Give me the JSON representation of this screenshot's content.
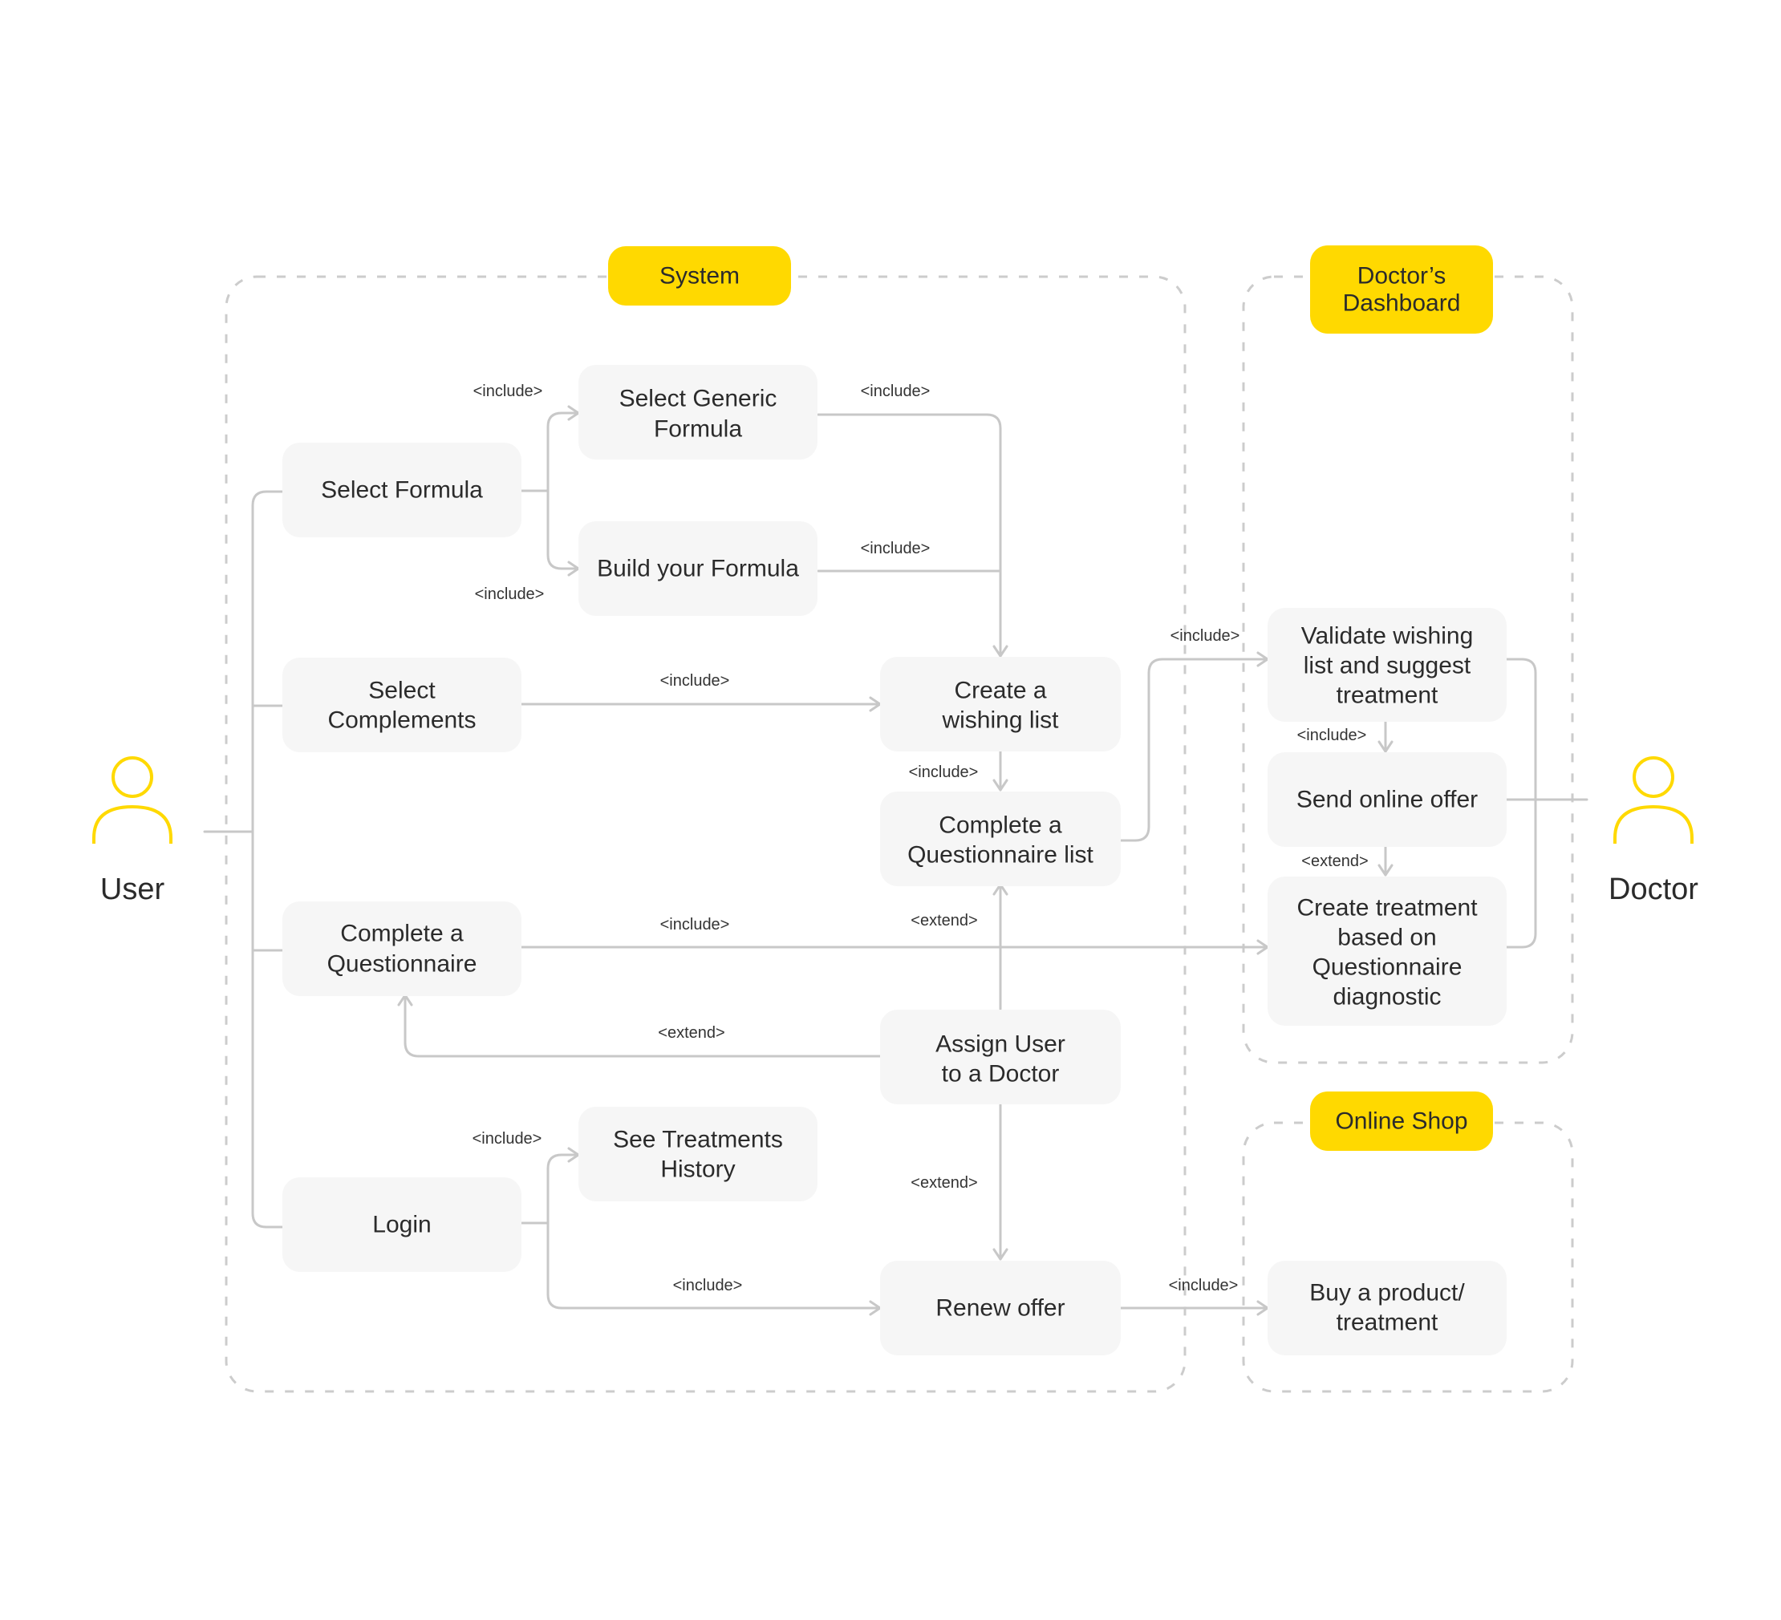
{
  "groups": {
    "system": "System",
    "dashboard": [
      "Doctor’s",
      "Dashboard"
    ],
    "shop": "Online Shop"
  },
  "actors": {
    "user": "User",
    "doctor": "Doctor"
  },
  "nodes": {
    "select_formula": [
      "Select Formula"
    ],
    "select_generic_formula": [
      "Select Generic",
      "Formula"
    ],
    "build_formula": [
      "Build your Formula"
    ],
    "select_complements": [
      "Select",
      "Complements"
    ],
    "create_wishing_list": [
      "Create a",
      "wishing list"
    ],
    "complete_questionnaire_list": [
      "Complete a",
      "Questionnaire list"
    ],
    "complete_questionnaire": [
      "Complete a",
      "Questionnaire"
    ],
    "assign_user_doctor": [
      "Assign User",
      "to a Doctor"
    ],
    "see_treatments_history": [
      "See Treatments",
      "History"
    ],
    "login": [
      "Login"
    ],
    "renew_offer": [
      "Renew offer"
    ],
    "validate_wishing_list": [
      "Validate wishing",
      "list and suggest",
      "treatment"
    ],
    "send_online_offer": [
      "Send online offer"
    ],
    "create_treatment": [
      "Create treatment",
      "based on",
      "Questionnaire",
      "diagnostic"
    ],
    "buy_product": [
      "Buy a product/",
      "treatment"
    ]
  },
  "relations": {
    "include": "<include>",
    "extend": "<extend>"
  },
  "colors": {
    "accent": "#FFD900",
    "box_fill": "#F6F6F6",
    "line": "#C8C8C8",
    "dashed": "#CCCCCC",
    "text": "#2B2B2B"
  }
}
